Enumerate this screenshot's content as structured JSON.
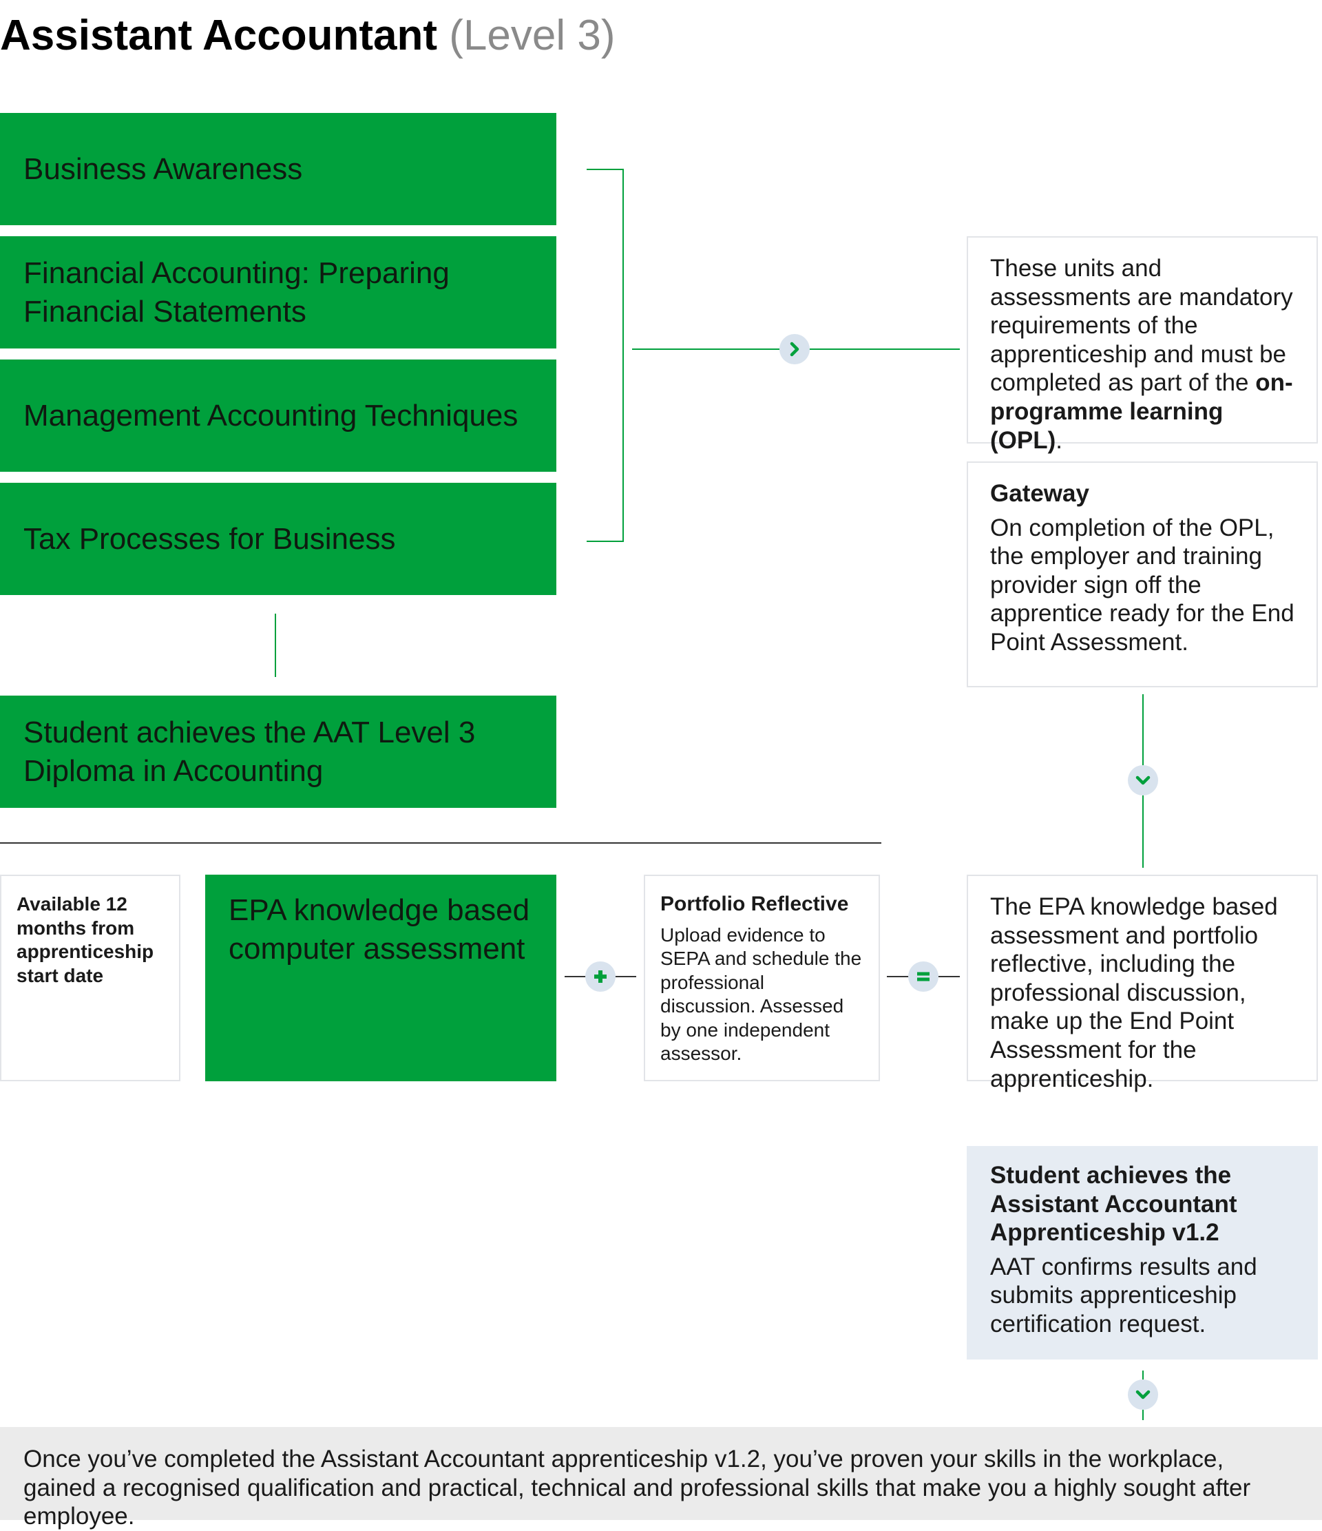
{
  "header": {
    "title": "Assistant Accountant",
    "subtitle": "(Level 3)"
  },
  "units": [
    "Business Awareness",
    "Financial Accounting: Preparing Financial Statements",
    "Management Accounting Techniques",
    "Tax Processes for Business"
  ],
  "diploma": "Student achieves the AAT Level 3 Diploma in Accounting",
  "mandatory": {
    "before": "These units and assessments are mandatory requirements of the apprenticeship and must be completed as part of the",
    "bold": "on-programme learning (OPL)",
    "after": "."
  },
  "gateway": {
    "heading": "Gateway",
    "body": "On completion of the OPL, the employer and training provider sign off the apprentice ready for the End Point Assessment."
  },
  "available": "Available 12 months from apprenticeship start date",
  "epa_assessment": "EPA knowledge based computer assessment",
  "portfolio": {
    "heading": "Portfolio Reflective",
    "body": "Upload evidence to SEPA and schedule the professional discussion. Assessed by one independent assessor."
  },
  "epa_summary": "The EPA knowledge based assessment and portfolio reflective, including the professional discussion, make up the End Point Assessment for the apprenticeship.",
  "achievement": {
    "heading": "Student achieves the Assistant Accountant Apprenticeship v1.2",
    "body": "AAT confirms results and submits apprenticeship certification request."
  },
  "footer": "Once you’ve completed the Assistant Accountant apprenticeship v1.2, you’ve proven your skills in the workplace, gained a recognised qualification and practical, technical and professional skills that make you a highly sought after employee.",
  "icons": {
    "arrow_right": "chevron-right-icon",
    "arrow_down": "chevron-down-icon",
    "plus": "plus-icon",
    "equals": "equals-icon"
  },
  "colors": {
    "green": "#00a03c",
    "box_border": "#e2e4e8",
    "tint": "#e6ecf3",
    "footer_bg": "#ebebeb",
    "subtitle": "#8a8a8a"
  }
}
